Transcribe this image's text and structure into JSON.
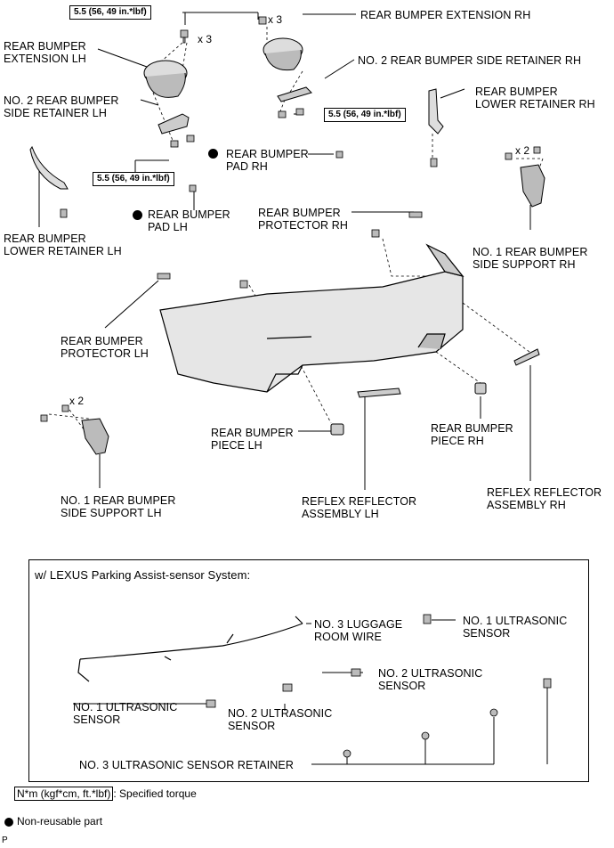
{
  "labels": {
    "rear_bumper_extension_rh": "REAR BUMPER EXTENSION RH",
    "rear_bumper_extension_lh": "REAR BUMPER\nEXTENSION LH",
    "no2_side_retainer_rh": "NO. 2 REAR BUMPER SIDE RETAINER RH",
    "no2_side_retainer_lh": "NO. 2 REAR BUMPER\nSIDE RETAINER LH",
    "lower_retainer_rh": "REAR BUMPER\nLOWER RETAINER RH",
    "lower_retainer_lh": "REAR BUMPER\nLOWER RETAINER LH",
    "pad_rh": "REAR BUMPER\nPAD RH",
    "pad_lh": "REAR BUMPER\nPAD LH",
    "protector_rh": "REAR BUMPER\nPROTECTOR RH",
    "protector_lh": "REAR BUMPER\nPROTECTOR LH",
    "no1_side_support_rh": "NO. 1 REAR BUMPER\nSIDE SUPPORT RH",
    "no1_side_support_lh": "NO. 1 REAR BUMPER\nSIDE SUPPORT LH",
    "piece_lh": "REAR BUMPER\nPIECE LH",
    "piece_rh": "REAR BUMPER\nPIECE RH",
    "reflector_lh": "REFLEX REFLECTOR\nASSEMBLY LH",
    "reflector_rh": "REFLEX REFLECTOR\nASSEMBLY RH"
  },
  "torque": {
    "top": "5.5 (56, 49 in.*lbf)",
    "right": "5.5 (56, 49 in.*lbf)",
    "left": "5.5 (56, 49 in.*lbf)"
  },
  "multipliers": {
    "x3_left": "x 3",
    "x3_right": "x 3",
    "x2_right": "x 2",
    "x2_left": "x 2"
  },
  "system_box": {
    "title": "w/ LEXUS Parking Assist-sensor System:",
    "luggage_wire": "NO. 3 LUGGAGE\nROOM WIRE",
    "no1_sensor_right": "NO. 1 ULTRASONIC\nSENSOR",
    "no2_sensor_right": "NO. 2 ULTRASONIC\nSENSOR",
    "no1_sensor_left": "NO. 1 ULTRASONIC\nSENSOR",
    "no2_sensor_left": "NO. 2 ULTRASONIC\nSENSOR",
    "retainer": "NO. 3 ULTRASONIC SENSOR RETAINER"
  },
  "legend": {
    "torque_unit": "N*m (kgf*cm, ft.*lbf)",
    "torque_desc": ": Specified torque",
    "non_reusable": "Non-reusable part"
  },
  "corner_mark": "P"
}
